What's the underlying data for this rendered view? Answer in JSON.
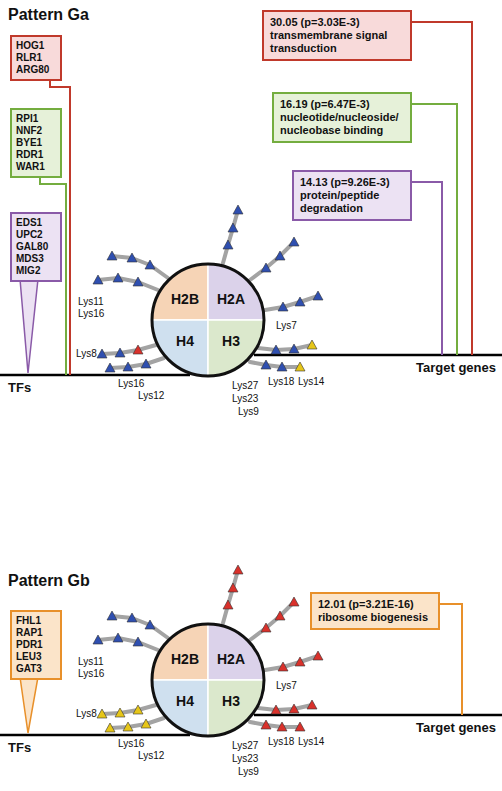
{
  "diagram": {
    "nodes": [
      {
        "text": [
          "HOG1 RLR1 ARG80"
        ]
      },
      {
        "text": [
          "RPI1 NNF2 BYE1 RDR1 WAR1"
        ]
      },
      {
        "text": [
          "EDS1 UPC2 GAL80 MDS3 MIG2"
        ]
      },
      {
        "text": [
          "30.05 (p=3.03E-3)",
          "transmembrane signal transduction"
        ]
      },
      {
        "text": [
          "16.19 (p=6.47E-3)",
          "nucleotide/nucleoside/ nucleobase binding"
        ]
      },
      {
        "text": [
          "14.13 (p=9.26E-3)",
          "protein/peptide degradation"
        ]
      },
      {
        "text": [
          "H2B",
          "H2A",
          "H4",
          "H3"
        ]
      },
      {
        "text": [
          "FHL1 RAP1 PDR1 LEU3 GAT3"
        ]
      },
      {
        "text": [
          "12.01 (p=3.21E-16)",
          "ribosome biogenesis"
        ]
      },
      {
        "text": [
          "H2B",
          "H2A",
          "H4",
          "H3"
        ]
      }
    ],
    "labels": [
      "Pattern Ga",
      "Lys11",
      "Lys16",
      "Lys7",
      "Lys27",
      "Lys18",
      "Lys14",
      "Lys23",
      "Lys9",
      "Lys8",
      "Lys16",
      "Lys12",
      "TFs",
      "Target genes",
      "Pattern Gb",
      "Lys11",
      "Lys16",
      "Lys7",
      "Lys27",
      "Lys18",
      "Lys14",
      "Lys23",
      "Lys9",
      "Lys8",
      "Lys16",
      "Lys12",
      "TFs",
      "Target genes"
    ]
  }
}
